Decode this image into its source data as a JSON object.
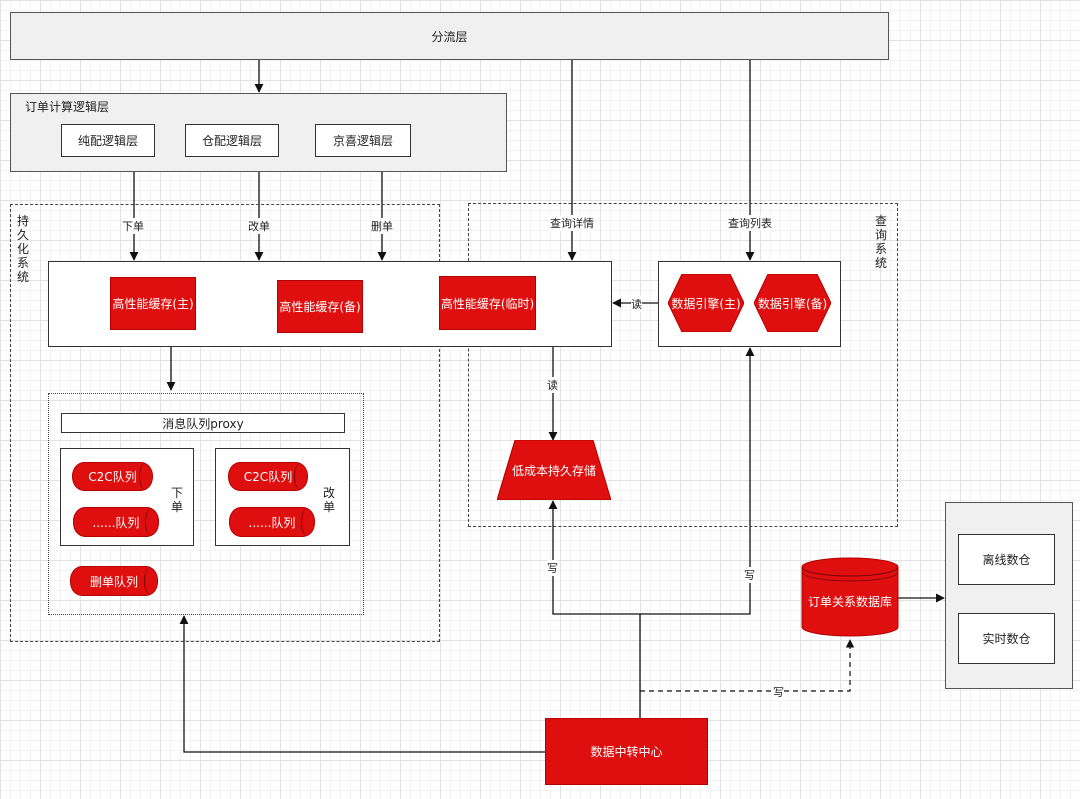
{
  "diversion_layer": "分流层",
  "order_logic": {
    "title": "订单计算逻辑层",
    "pure_delivery": "纯配逻辑层",
    "warehouse": "仓配逻辑层",
    "jingxi": "京喜逻辑层"
  },
  "persistence": {
    "title": "持久化系统",
    "cache_main": "高性能缓存(主)",
    "cache_backup": "高性能缓存(备)",
    "cache_temp": "高性能缓存(临时)",
    "mq_proxy": "消息队列proxy",
    "place_group_label": "下单",
    "modify_group_label": "改单",
    "c2c_queue_1": "C2C队列",
    "other_queue_1": "......队列",
    "c2c_queue_2": "C2C队列",
    "other_queue_2": "......队列",
    "delete_queue": "删单队列"
  },
  "query": {
    "title": "查询系统",
    "engine_main": "数据引擎(主)",
    "engine_backup": "数据引擎(备)",
    "low_cost_storage": "低成本持久存储"
  },
  "edge_labels": {
    "place_order": "下单",
    "modify_order": "改单",
    "delete_order": "删单",
    "query_detail": "查询详情",
    "query_list": "查询列表",
    "read_1": "读",
    "read_2": "读",
    "write_1": "写",
    "write_2": "写",
    "write_3": "写"
  },
  "order_relation_db": "订单关系数据库",
  "warehouse": {
    "offline": "离线数仓",
    "realtime": "实时数仓"
  },
  "data_relay_center": "数据中转中心",
  "colors": {
    "accent_red": "#e00f0f",
    "panel_gray": "#f0f0f0"
  }
}
